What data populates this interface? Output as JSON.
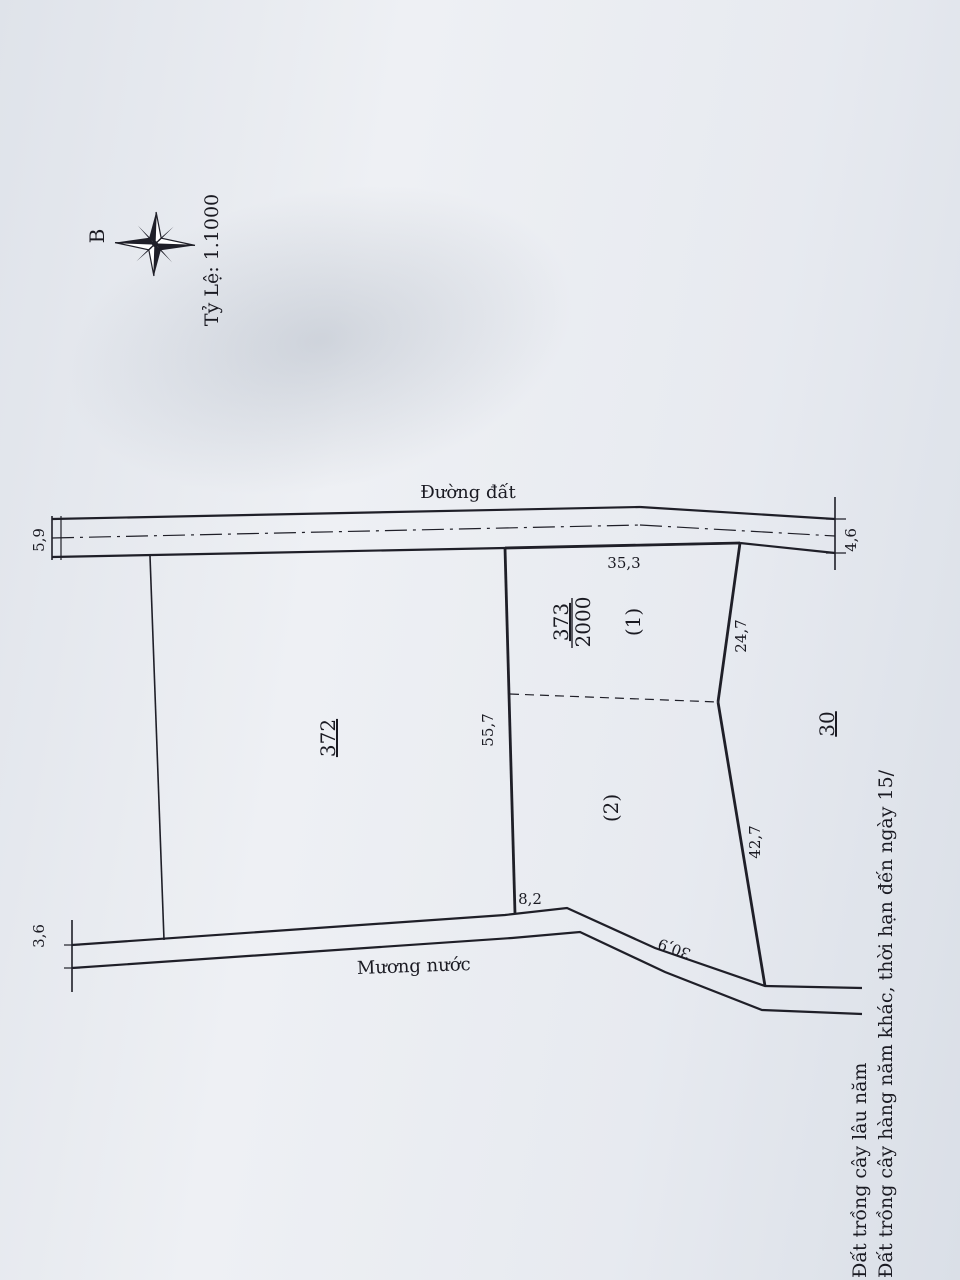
{
  "compass": {
    "north_letter": "B",
    "scale": "Tỷ Lệ: 1.1000",
    "icon": "compass-rose-icon"
  },
  "roads": {
    "top_road": "Đường đất",
    "canal": "Mương nước"
  },
  "widths": {
    "top_left": "5,9",
    "top_right": "4,6",
    "canal_left": "3,6"
  },
  "parcels": {
    "left": {
      "number": "372"
    },
    "main": {
      "number": "373",
      "area": "2000",
      "part1": "(1)",
      "part2": "(2)"
    },
    "right": {
      "number": "30"
    }
  },
  "edges": {
    "top": "35,3",
    "left": "55,7",
    "right_upper": "24,7",
    "right_lower": "42,7",
    "bottom_short": "8,2",
    "bottom_diag": "30,9"
  },
  "legend": {
    "line1": "Đất trồng cây lâu năm",
    "line2": "Đất trồng cây hàng năm khác, thời hạn đến ngày 15/"
  }
}
